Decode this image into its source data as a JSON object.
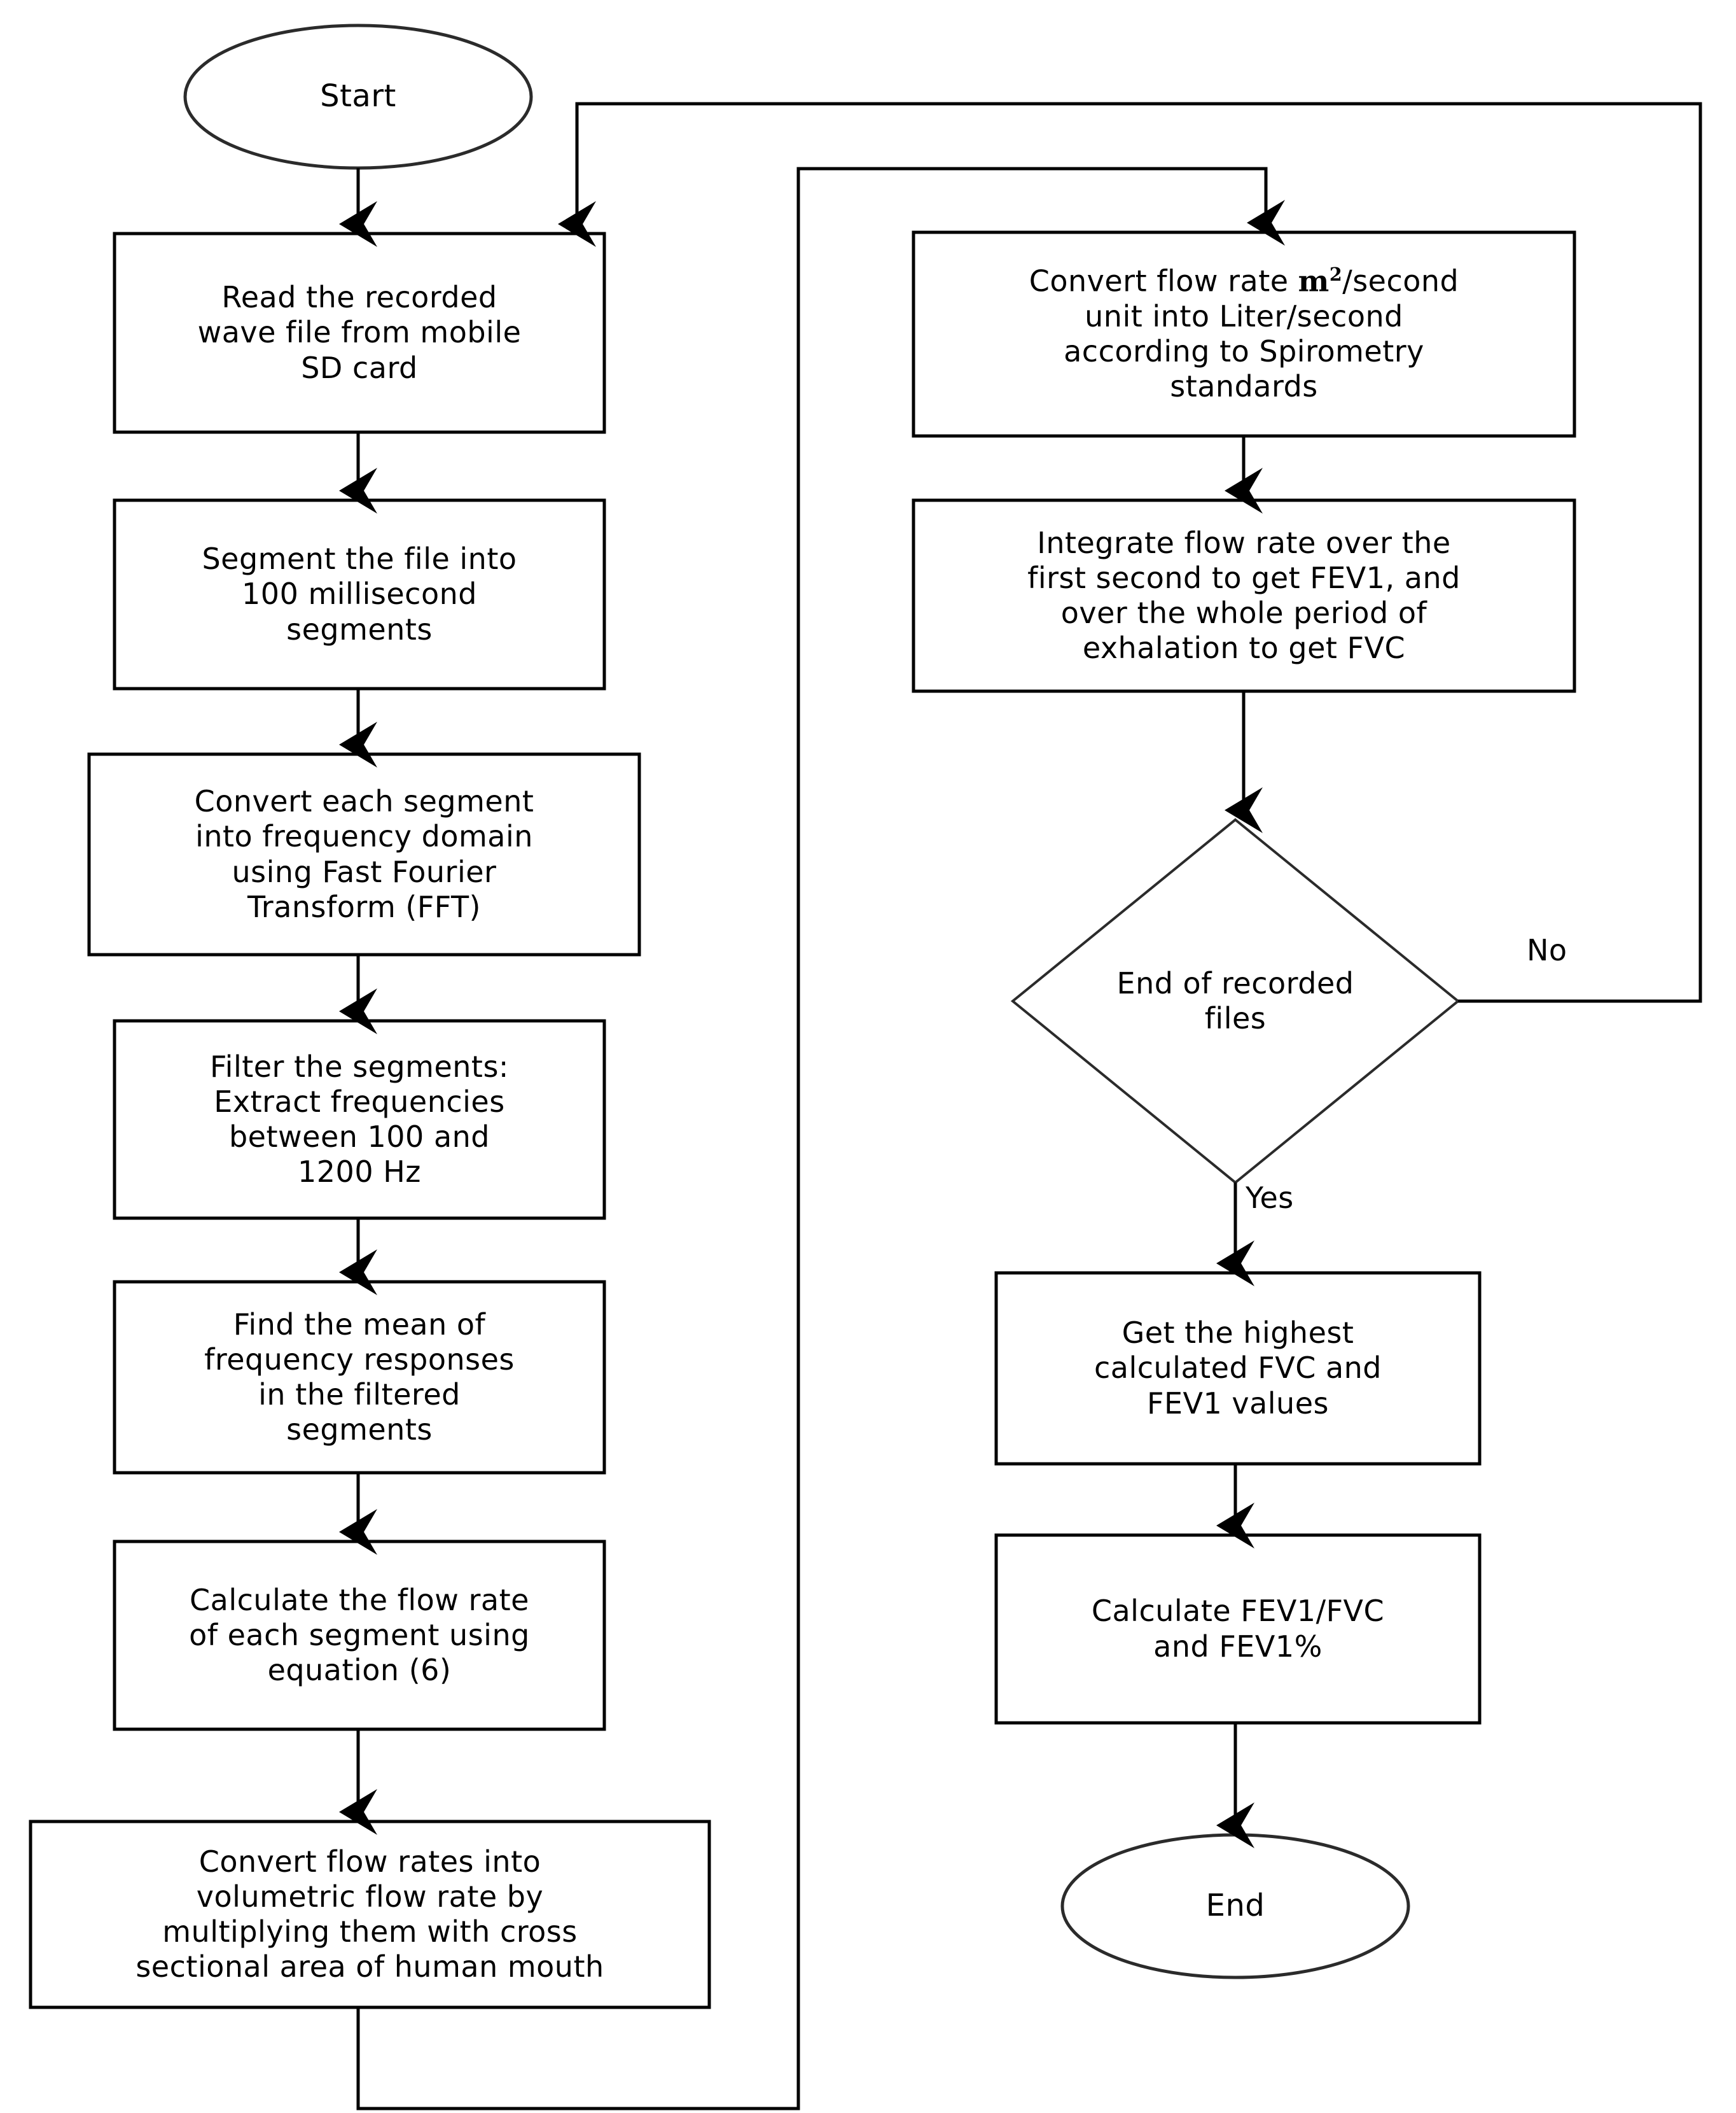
{
  "diagram": {
    "title": "Spirometry signal processing flowchart",
    "type": "flowchart",
    "stroke_color": "#000000",
    "fill_color": "#ffffff",
    "background_color": "#ffffff"
  },
  "nodes": {
    "start": {
      "shape": "ellipse",
      "label": "Start"
    },
    "read_wave": {
      "shape": "process",
      "label": "Read the recorded\nwave file from mobile\nSD card"
    },
    "segment_file": {
      "shape": "process",
      "label": "Segment the file into\n100 millisecond\nsegments"
    },
    "fft": {
      "shape": "process",
      "label": "Convert each segment\ninto frequency domain\nusing Fast Fourier\nTransform (FFT)"
    },
    "filter": {
      "shape": "process",
      "label": "Filter the segments:\nExtract frequencies\nbetween 100 and\n1200 Hz"
    },
    "mean": {
      "shape": "process",
      "label": "Find the mean of\nfrequency responses\nin the filtered\nsegments"
    },
    "flow_rate": {
      "shape": "process",
      "label": "Calculate the flow rate\nof each segment using\nequation (6)"
    },
    "volumetric": {
      "shape": "process",
      "label": "Convert flow rates into\nvolumetric flow rate by\nmultiplying them with cross\nsectional area of human mouth"
    },
    "convert_units": {
      "shape": "process",
      "label_line1_prefix": "Convert flow rate ",
      "label_line1_unit": "m",
      "label_line1_exponent": "2",
      "label_line1_suffix": "/second",
      "label_rest": "unit into Liter/second\naccording to Spirometry\nstandards",
      "label_plain": "Convert flow rate m2/second unit into Liter/second according to Spirometry standards"
    },
    "integrate": {
      "shape": "process",
      "label": "Integrate flow rate over the\nfirst second to get FEV1, and\nover the whole period of\nexhalation to get FVC"
    },
    "decision_end_files": {
      "shape": "decision",
      "label": "End of recorded\nfiles"
    },
    "highest_values": {
      "shape": "process",
      "label": "Get the highest\ncalculated FVC and\nFEV1 values"
    },
    "calc_ratio": {
      "shape": "process",
      "label": "Calculate FEV1/FVC\nand FEV1%"
    },
    "end": {
      "shape": "ellipse",
      "label": "End"
    }
  },
  "edge_labels": {
    "no": "No",
    "yes": "Yes"
  },
  "chart_data": {
    "type": "diagram",
    "flow": [
      {
        "from": "start",
        "to": "read_wave",
        "label": ""
      },
      {
        "from": "read_wave",
        "to": "segment_file",
        "label": ""
      },
      {
        "from": "segment_file",
        "to": "fft",
        "label": ""
      },
      {
        "from": "fft",
        "to": "filter",
        "label": ""
      },
      {
        "from": "filter",
        "to": "mean",
        "label": ""
      },
      {
        "from": "mean",
        "to": "flow_rate",
        "label": ""
      },
      {
        "from": "flow_rate",
        "to": "volumetric",
        "label": ""
      },
      {
        "from": "volumetric",
        "to": "convert_units",
        "label": ""
      },
      {
        "from": "convert_units",
        "to": "integrate",
        "label": ""
      },
      {
        "from": "integrate",
        "to": "decision_end_files",
        "label": ""
      },
      {
        "from": "decision_end_files",
        "to": "read_wave",
        "label": "No"
      },
      {
        "from": "decision_end_files",
        "to": "highest_values",
        "label": "Yes"
      },
      {
        "from": "highest_values",
        "to": "calc_ratio",
        "label": ""
      },
      {
        "from": "calc_ratio",
        "to": "end",
        "label": ""
      }
    ]
  }
}
